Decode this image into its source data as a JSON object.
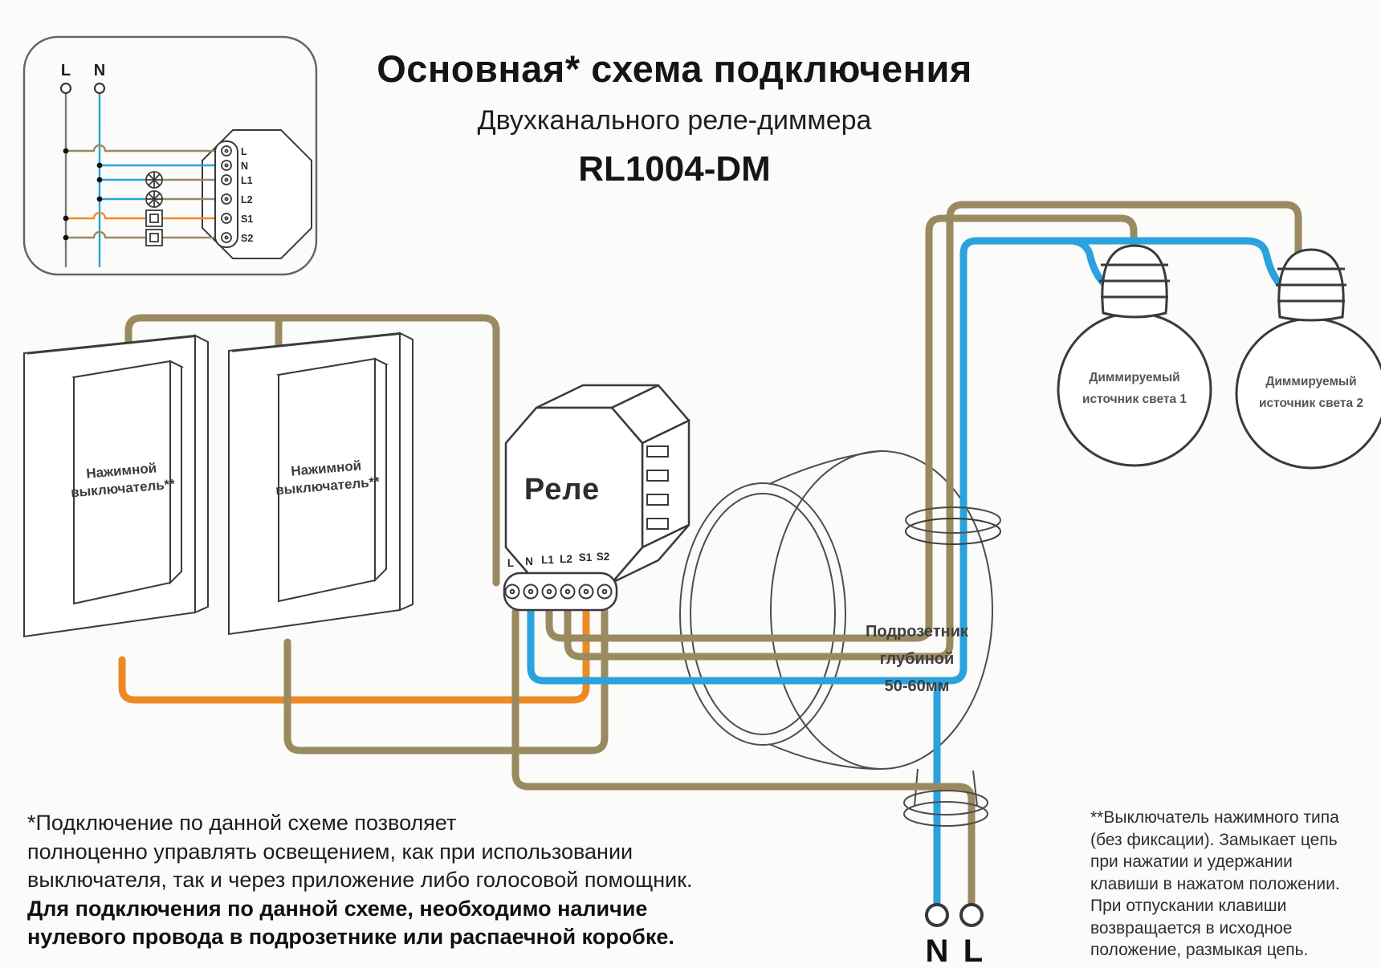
{
  "title": {
    "main": "Основная* схема подключения",
    "subtitle": "Двухканального реле-диммера",
    "model": "RL1004-DM"
  },
  "inset": {
    "line_labels": {
      "l": "L",
      "n": "N"
    },
    "terminals": [
      "L",
      "N",
      "L1",
      "L2",
      "S1",
      "S2"
    ]
  },
  "relay": {
    "label": "Реле",
    "terminals": [
      "L",
      "N",
      "L1",
      "L2",
      "S1",
      "S2"
    ]
  },
  "switches": [
    {
      "line1": "Нажимной",
      "line2": "выключатель**"
    },
    {
      "line1": "Нажимной",
      "line2": "выключатель**"
    }
  ],
  "bulbs": [
    {
      "line1": "Диммируемый",
      "line2": "источник света 1"
    },
    {
      "line1": "Диммируемый",
      "line2": "источник света 2"
    }
  ],
  "junction_box": {
    "line1": "Подрозетник",
    "line2": "глубиной",
    "line3": "50-60мм"
  },
  "power": {
    "n": "N",
    "l": "L"
  },
  "footnote_left": {
    "line1": "*Подключение по данной схеме позволяет",
    "line2": "полноценно управлять освещением, как при использовании",
    "line3": "выключателя, так и через приложение либо голосовой помощник.",
    "line4": "Для подключения по данной схеме, необходимо наличие",
    "line5": "нулевого провода в подрозетнике или распаечной коробке."
  },
  "footnote_right": {
    "line1": "**Выключатель нажимного типа",
    "line2": "(без фиксации). Замыкает цепь",
    "line3": "при нажатии и удержании",
    "line4": "клавиши в нажатом положении.",
    "line5": "При отпускании клавиши",
    "line6": "возвращается в исходное",
    "line7": "положение, размыкая цепь."
  },
  "colors": {
    "wire_brown": "#9a8a60",
    "wire_blue": "#2aa2dd",
    "wire_orange": "#ee8a25",
    "outline": "#3a3a3a"
  }
}
